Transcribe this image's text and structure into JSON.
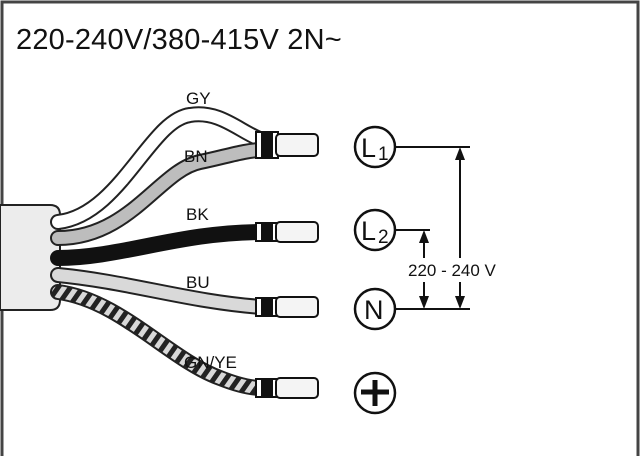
{
  "header": {
    "supply_rating": "220-240V/380-415V 2N~"
  },
  "wires": [
    {
      "code": "GY",
      "color": "#ffffff"
    },
    {
      "code": "BN",
      "color": "#bdbdbd"
    },
    {
      "code": "BK",
      "color": "#111111"
    },
    {
      "code": "BU",
      "color": "#d9d9d9"
    },
    {
      "code": "GN/YE",
      "color": "striped"
    }
  ],
  "terminals": {
    "l1": {
      "main": "L",
      "sub": "1"
    },
    "l2": {
      "main": "L",
      "sub": "2"
    },
    "n": {
      "main": "N"
    },
    "earth": {
      "icon": "earth-ground-icon"
    }
  },
  "voltage_label": "220 - 240 V",
  "colors": {
    "frame": "#444444",
    "line": "#111111",
    "cable_sheath": "#ececec"
  }
}
